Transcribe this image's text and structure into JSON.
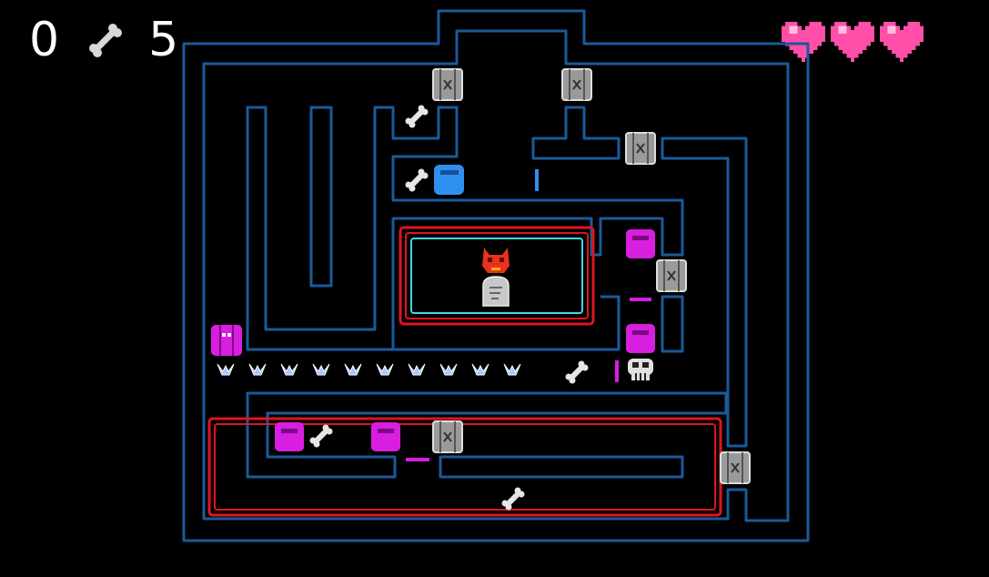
{
  "hud": {
    "bone_count": "0",
    "bone_total": "5",
    "bone_icon": "bone-icon",
    "lives": 3,
    "heart_icon": "heart-icon"
  },
  "colors": {
    "background": "#000000",
    "maze_wall": "#1a5a9a",
    "trap_red": "#e0141e",
    "cyan_frame": "#40d8e8",
    "heart_pink": "#ff4fa8",
    "magenta_block": "#d81ee0",
    "blue_block": "#2f8ff0",
    "barrel_gray": "#b8b8b8",
    "bone_white": "#e8e8e8",
    "spike_blue": "#a8c8ff"
  },
  "game": {
    "player_icon": "cat-demon-icon",
    "tombstone_icon": "tombstone-icon",
    "skull_icon": "skull-icon",
    "spike_count": 10
  }
}
